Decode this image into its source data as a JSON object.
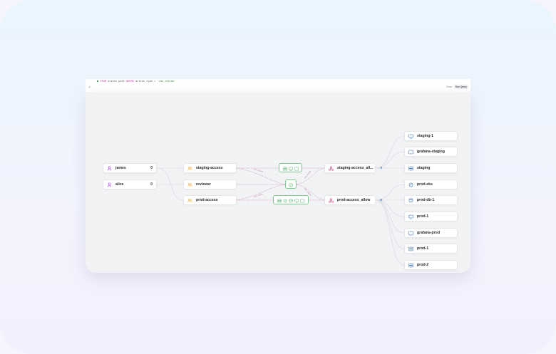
{
  "query": {
    "prompt": "↗",
    "text_prefix": "FROM ",
    "text_table": "access_path",
    "text_where": " WHERE ",
    "text_cond": "action_type = ",
    "text_value": "'can_review'",
    "clear_label": "Clear",
    "run_label": "Run Query"
  },
  "users": [
    {
      "label": "james",
      "count": "0"
    },
    {
      "label": "alice",
      "count": "0"
    }
  ],
  "groups": [
    {
      "label": "staging-access"
    },
    {
      "label": "reviewer"
    },
    {
      "label": "prod-access"
    }
  ],
  "edge_labels": [
    "can_review",
    "can_review",
    "can_review",
    "can_review"
  ],
  "policies": [
    {
      "label": "staging-access_all...",
      "count": "3"
    },
    {
      "label": "prod-access_allow",
      "count": "6"
    }
  ],
  "resources": [
    {
      "label": "staging-1",
      "icon": "monitor-icon"
    },
    {
      "label": "grafana-staging",
      "icon": "window-icon"
    },
    {
      "label": "staging",
      "icon": "server-icon"
    },
    {
      "label": "prod-eks",
      "icon": "cluster-icon"
    },
    {
      "label": "prod-db-1",
      "icon": "database-icon"
    },
    {
      "label": "prod-1",
      "icon": "monitor-icon"
    },
    {
      "label": "grafana-prod",
      "icon": "window-icon"
    },
    {
      "label": "prod-1",
      "icon": "server-icon"
    },
    {
      "label": "prod-2",
      "icon": "server-icon"
    }
  ],
  "colors": {
    "user": "#a35cd6",
    "group": "#e6a23c",
    "policy": "#d94a6a",
    "resource": "#4a7ab8",
    "hub": "#5bb36e"
  }
}
